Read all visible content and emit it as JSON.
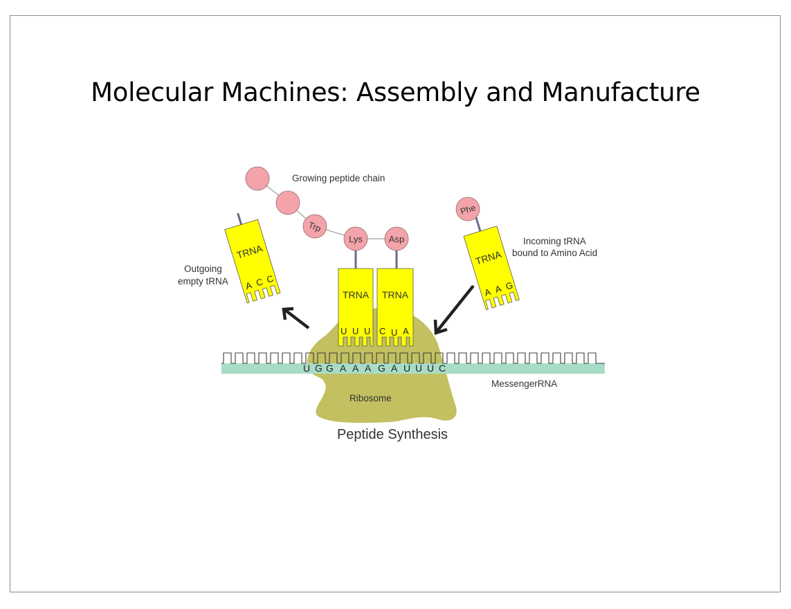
{
  "title": "Molecular Machines: Assembly and Manufacture",
  "diagram": {
    "caption": "Peptide Synthesis",
    "growing_chain_label": "Growing peptide chain",
    "incoming_label_line1": "Incoming  tRNA",
    "incoming_label_line2": "bound to Amino Acid",
    "outgoing_label_line1": "Outgoing",
    "outgoing_label_line2": "empty tRNA",
    "mrna_label": "MessengerRNA",
    "ribosome_label": "Ribosome",
    "amino_acids": {
      "trp": "Trp",
      "lys": "Lys",
      "asp": "Asp",
      "phe": "Phe"
    },
    "trna_label": "TRNA",
    "outgoing_anticodon": [
      "A",
      "C",
      "C"
    ],
    "lys_anticodon": [
      "U",
      "U",
      "U"
    ],
    "asp_anticodon": [
      "C",
      "U",
      "A"
    ],
    "incoming_anticodon": [
      "A",
      "A",
      "G"
    ],
    "mrna_sequence": [
      "U",
      "G",
      "G",
      "A",
      "A",
      "A",
      "G",
      "A",
      "U",
      "U",
      "U",
      "C"
    ],
    "colors": {
      "amino_acid": "#f4a3ab",
      "trna": "#ffff00",
      "mrna": "#a8dcc6",
      "ribosome": "#c2c060",
      "arrow": "#222222"
    }
  }
}
